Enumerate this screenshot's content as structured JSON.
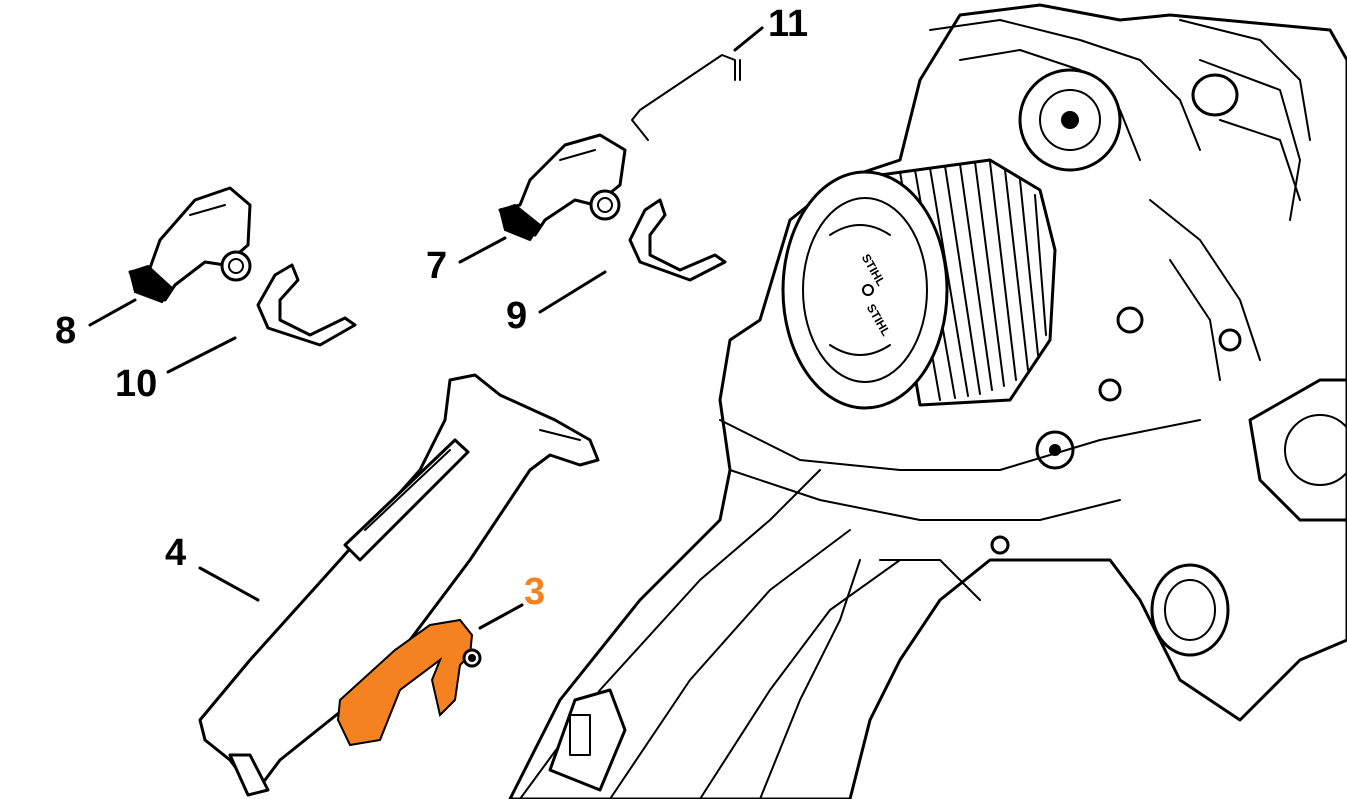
{
  "callouts": [
    {
      "id": "11",
      "label": "11"
    },
    {
      "id": "7",
      "label": "7"
    },
    {
      "id": "8",
      "label": "8"
    },
    {
      "id": "9",
      "label": "9"
    },
    {
      "id": "10",
      "label": "10"
    },
    {
      "id": "4",
      "label": "4"
    },
    {
      "id": "3",
      "label": "3"
    }
  ],
  "colors": {
    "highlight": "#f58220",
    "ink": "#000000",
    "background": "#ffffff"
  },
  "brand_marks": [
    "STIHL",
    "STIHL"
  ]
}
